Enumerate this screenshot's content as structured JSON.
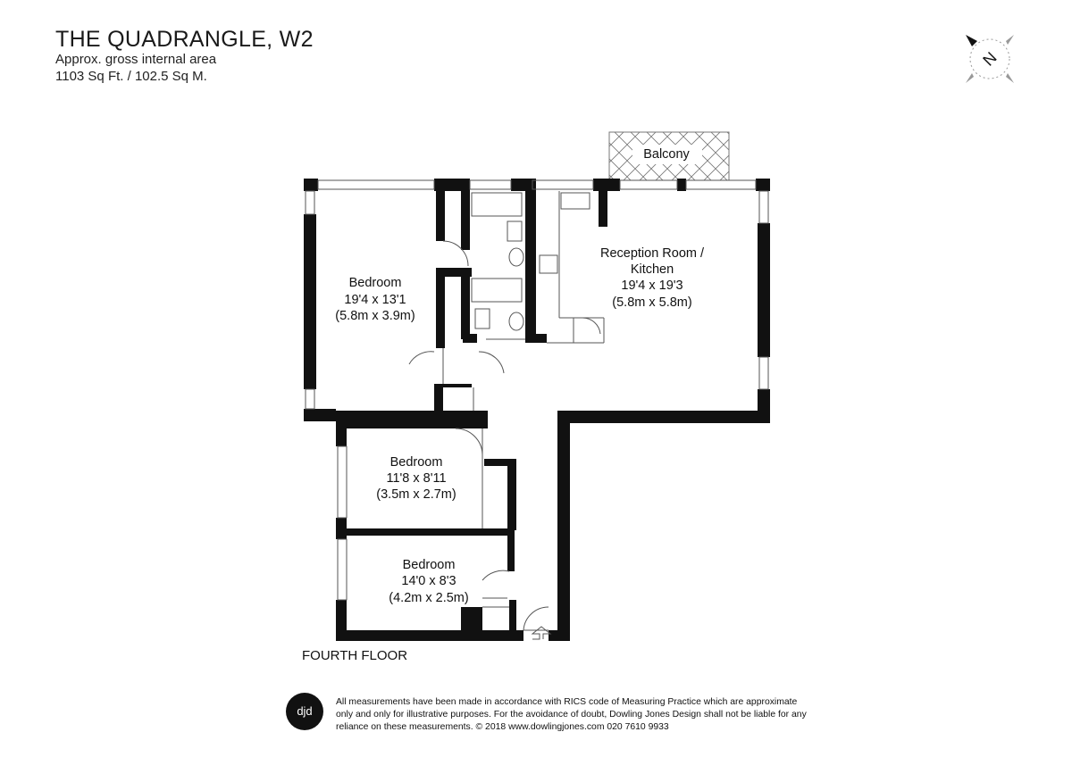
{
  "header": {
    "title": "THE QUADRANGLE, W2",
    "area_label": "Approx. gross internal area",
    "area_value": "1103 Sq Ft. / 102.5 Sq M."
  },
  "compass": {
    "letter": "N",
    "icon": "north-arrow-icon"
  },
  "rooms": {
    "balcony": {
      "name": "Balcony"
    },
    "reception": {
      "name_line1": "Reception Room /",
      "name_line2": "Kitchen",
      "imperial": "19'4 x 19'3",
      "metric": "(5.8m x 5.8m)"
    },
    "bedroom1": {
      "name": "Bedroom",
      "imperial": "19'4 x 13'1",
      "metric": "(5.8m x 3.9m)"
    },
    "bedroom2": {
      "name": "Bedroom",
      "imperial": "11'8 x 8'11",
      "metric": "(3.5m x 2.7m)"
    },
    "bedroom3": {
      "name": "Bedroom",
      "imperial": "14'0 x 8'3",
      "metric": "(4.2m x 2.5m)"
    }
  },
  "floor_label": "FOURTH FLOOR",
  "footer": {
    "logo_text": "djd",
    "disclaimer": "All measurements have been made in accordance with RICS code of Measuring Practice which are approximate only and only for illustrative purposes. For the avoidance of doubt, Dowling Jones Design shall not be liable for any reliance on these measurements. © 2018 www.dowlingjones.com 020 7610 9933"
  },
  "colors": {
    "wall": "#111111",
    "background": "#ffffff"
  }
}
